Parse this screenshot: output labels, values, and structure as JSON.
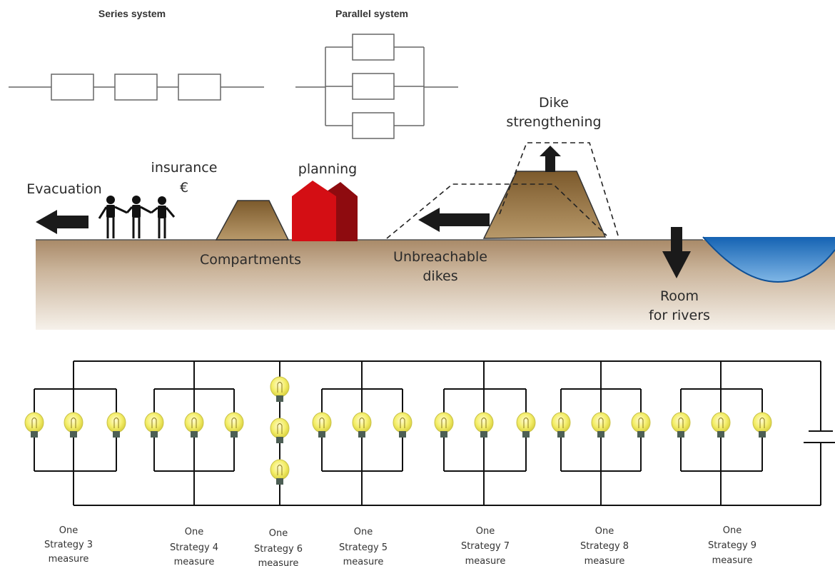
{
  "top": {
    "series_title": "Series system",
    "parallel_title": "Parallel system"
  },
  "scene": {
    "labels": {
      "insurance": "insurance",
      "euro": "€",
      "planning": "planning",
      "evacuation": "Evacuation",
      "compartments": "Compartments",
      "unbreachable_1": "Unbreachable",
      "unbreachable_2": "dikes",
      "dike_1": "Dike",
      "dike_2": "strengthening",
      "room_1": "Room",
      "room_2": "for rivers"
    },
    "colors": {
      "ground": "#cbb59c",
      "mound": "#9c7a45",
      "house_front": "#d40e14",
      "house_back": "#8e0b0f",
      "water": "#1c73c2",
      "arrow": "#1a1a1a"
    }
  },
  "circuit": {
    "strategies": [
      {
        "line1": "One",
        "line2": "Strategy 3",
        "line3": "measure"
      },
      {
        "line1": "One",
        "line2": "Strategy 4",
        "line3": "measure"
      },
      {
        "line1": "One",
        "line2": "Strategy 6",
        "line3": "measure"
      },
      {
        "line1": "One",
        "line2": "Strategy 5",
        "line3": "measure"
      },
      {
        "line1": "One",
        "line2": "Strategy  7",
        "line3": "measure"
      },
      {
        "line1": "One",
        "line2": "Strategy  8",
        "line3": "measure"
      },
      {
        "line1": "One",
        "line2": "Strategy 9",
        "line3": "measure"
      }
    ],
    "colors": {
      "bulb": "#f4ee6a",
      "bulb_edge": "#c9c24a",
      "socket": "#4d5f55"
    }
  }
}
